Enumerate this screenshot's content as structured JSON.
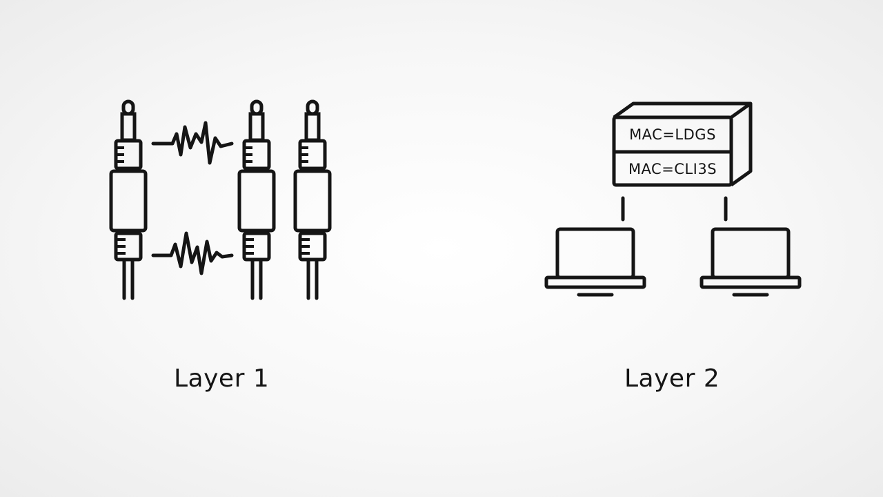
{
  "layer1": {
    "label": "Layer 1",
    "icons": [
      "audio-jack-cable-icon",
      "signal-wave-icon"
    ]
  },
  "layer2": {
    "label": "Layer 2",
    "switch": {
      "entries": [
        "MAC=LDGS",
        "MAC=CLI3S"
      ]
    },
    "icons": [
      "switch-box-icon",
      "laptop-icon"
    ]
  },
  "colors": {
    "stroke": "#151515",
    "background": "#f7f7f7"
  }
}
